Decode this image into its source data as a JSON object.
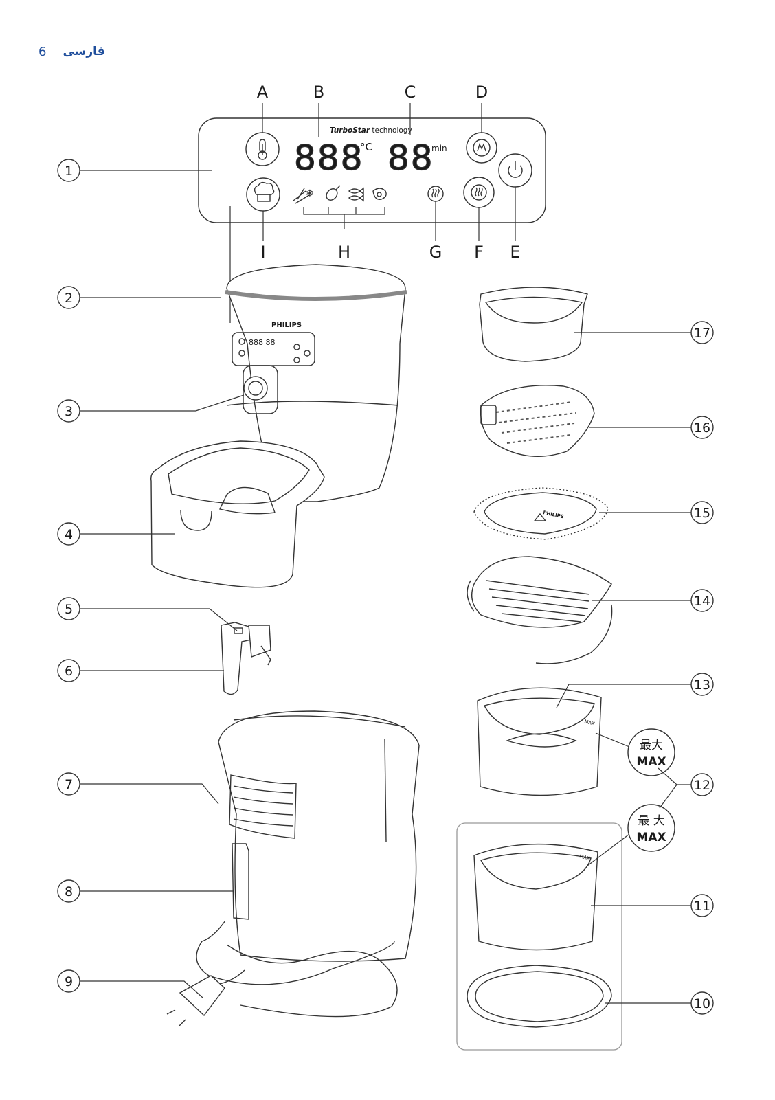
{
  "header": {
    "page_number": "6",
    "language": "فارسی"
  },
  "panel": {
    "brand_bold": "TurboStar",
    "brand_rest": " technology",
    "temp_display": "888",
    "temp_unit": "°C",
    "time_display": "88",
    "time_unit": "min"
  },
  "control_labels": {
    "top": [
      "A",
      "B",
      "C",
      "D"
    ],
    "bottom": [
      "I",
      "H",
      "G",
      "F",
      "E"
    ]
  },
  "appliance_brand": "PHILIPS",
  "accessory_brand": "PHILIPS",
  "callouts_left": [
    "1",
    "2",
    "3",
    "4",
    "5",
    "6",
    "7",
    "8",
    "9"
  ],
  "callouts_right": [
    "17",
    "16",
    "15",
    "14",
    "13",
    "12",
    "11",
    "10"
  ],
  "max_badge_upper": {
    "chinese": "最大",
    "latin": "MAX"
  },
  "max_badge_lower": {
    "chinese": "最 大",
    "latin": "MAX"
  },
  "basket_mark_upper": "MAX",
  "basket_mark_lower": "MAX"
}
